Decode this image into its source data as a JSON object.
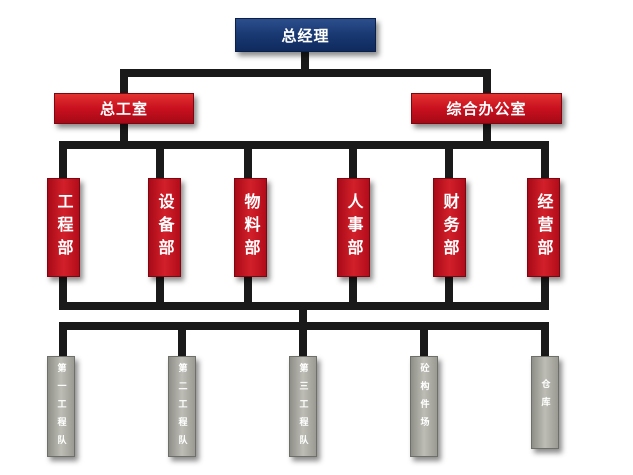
{
  "org": {
    "top": {
      "label": "总经理",
      "color": "#16336b"
    },
    "level2": [
      {
        "label": "总工室"
      },
      {
        "label": "综合办公室"
      }
    ],
    "departments": [
      {
        "label": "工程部"
      },
      {
        "label": "设备部"
      },
      {
        "label": "物料部"
      },
      {
        "label": "人事部"
      },
      {
        "label": "财务部"
      },
      {
        "label": "经营部"
      }
    ],
    "units": [
      {
        "label": "第一工程队"
      },
      {
        "label": "第二工程队"
      },
      {
        "label": "第三工程队"
      },
      {
        "label": "砼构件场"
      },
      {
        "label": "仓库"
      }
    ],
    "colors": {
      "accent_red": "#c8101f",
      "unit_grey": "#a8a8a2",
      "connector": "#1a1a1a"
    }
  }
}
